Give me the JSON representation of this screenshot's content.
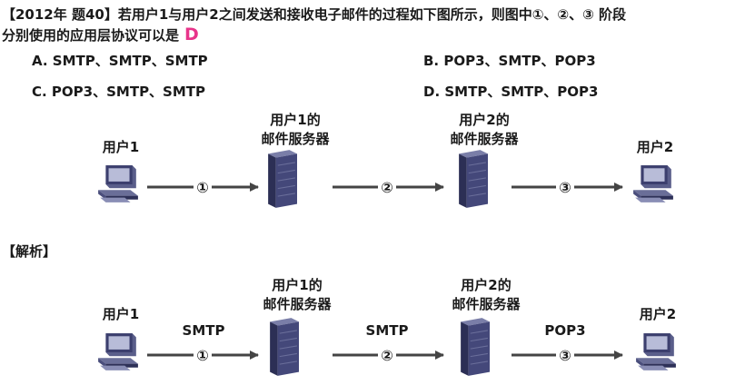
{
  "question": {
    "line1": "【2012年 题40】若用户1与用户2之间发送和接收电子邮件的过程如下图所示，则图中①、②、③ 阶段",
    "line2": "分别使用的应用层协议可以是",
    "answer": "D"
  },
  "options": [
    {
      "label": "A. SMTP、SMTP、SMTP"
    },
    {
      "label": "B. POP3、SMTP、POP3"
    },
    {
      "label": "C. POP3、SMTP、SMTP"
    },
    {
      "label": "D. SMTP、SMTP、POP3"
    }
  ],
  "diagram": {
    "user1": "用户1",
    "user2": "用户2",
    "server1_line1": "用户1的",
    "server1_line2": "邮件服务器",
    "server2_line1": "用户2的",
    "server2_line2": "邮件服务器",
    "steps": [
      "①",
      "②",
      "③"
    ]
  },
  "analysis": {
    "title": "【解析】",
    "protocols": [
      "SMTP",
      "SMTP",
      "POP3"
    ]
  },
  "colors": {
    "answer": "#e8348a",
    "arrow": "#444444",
    "server": "#3c3f6e"
  }
}
